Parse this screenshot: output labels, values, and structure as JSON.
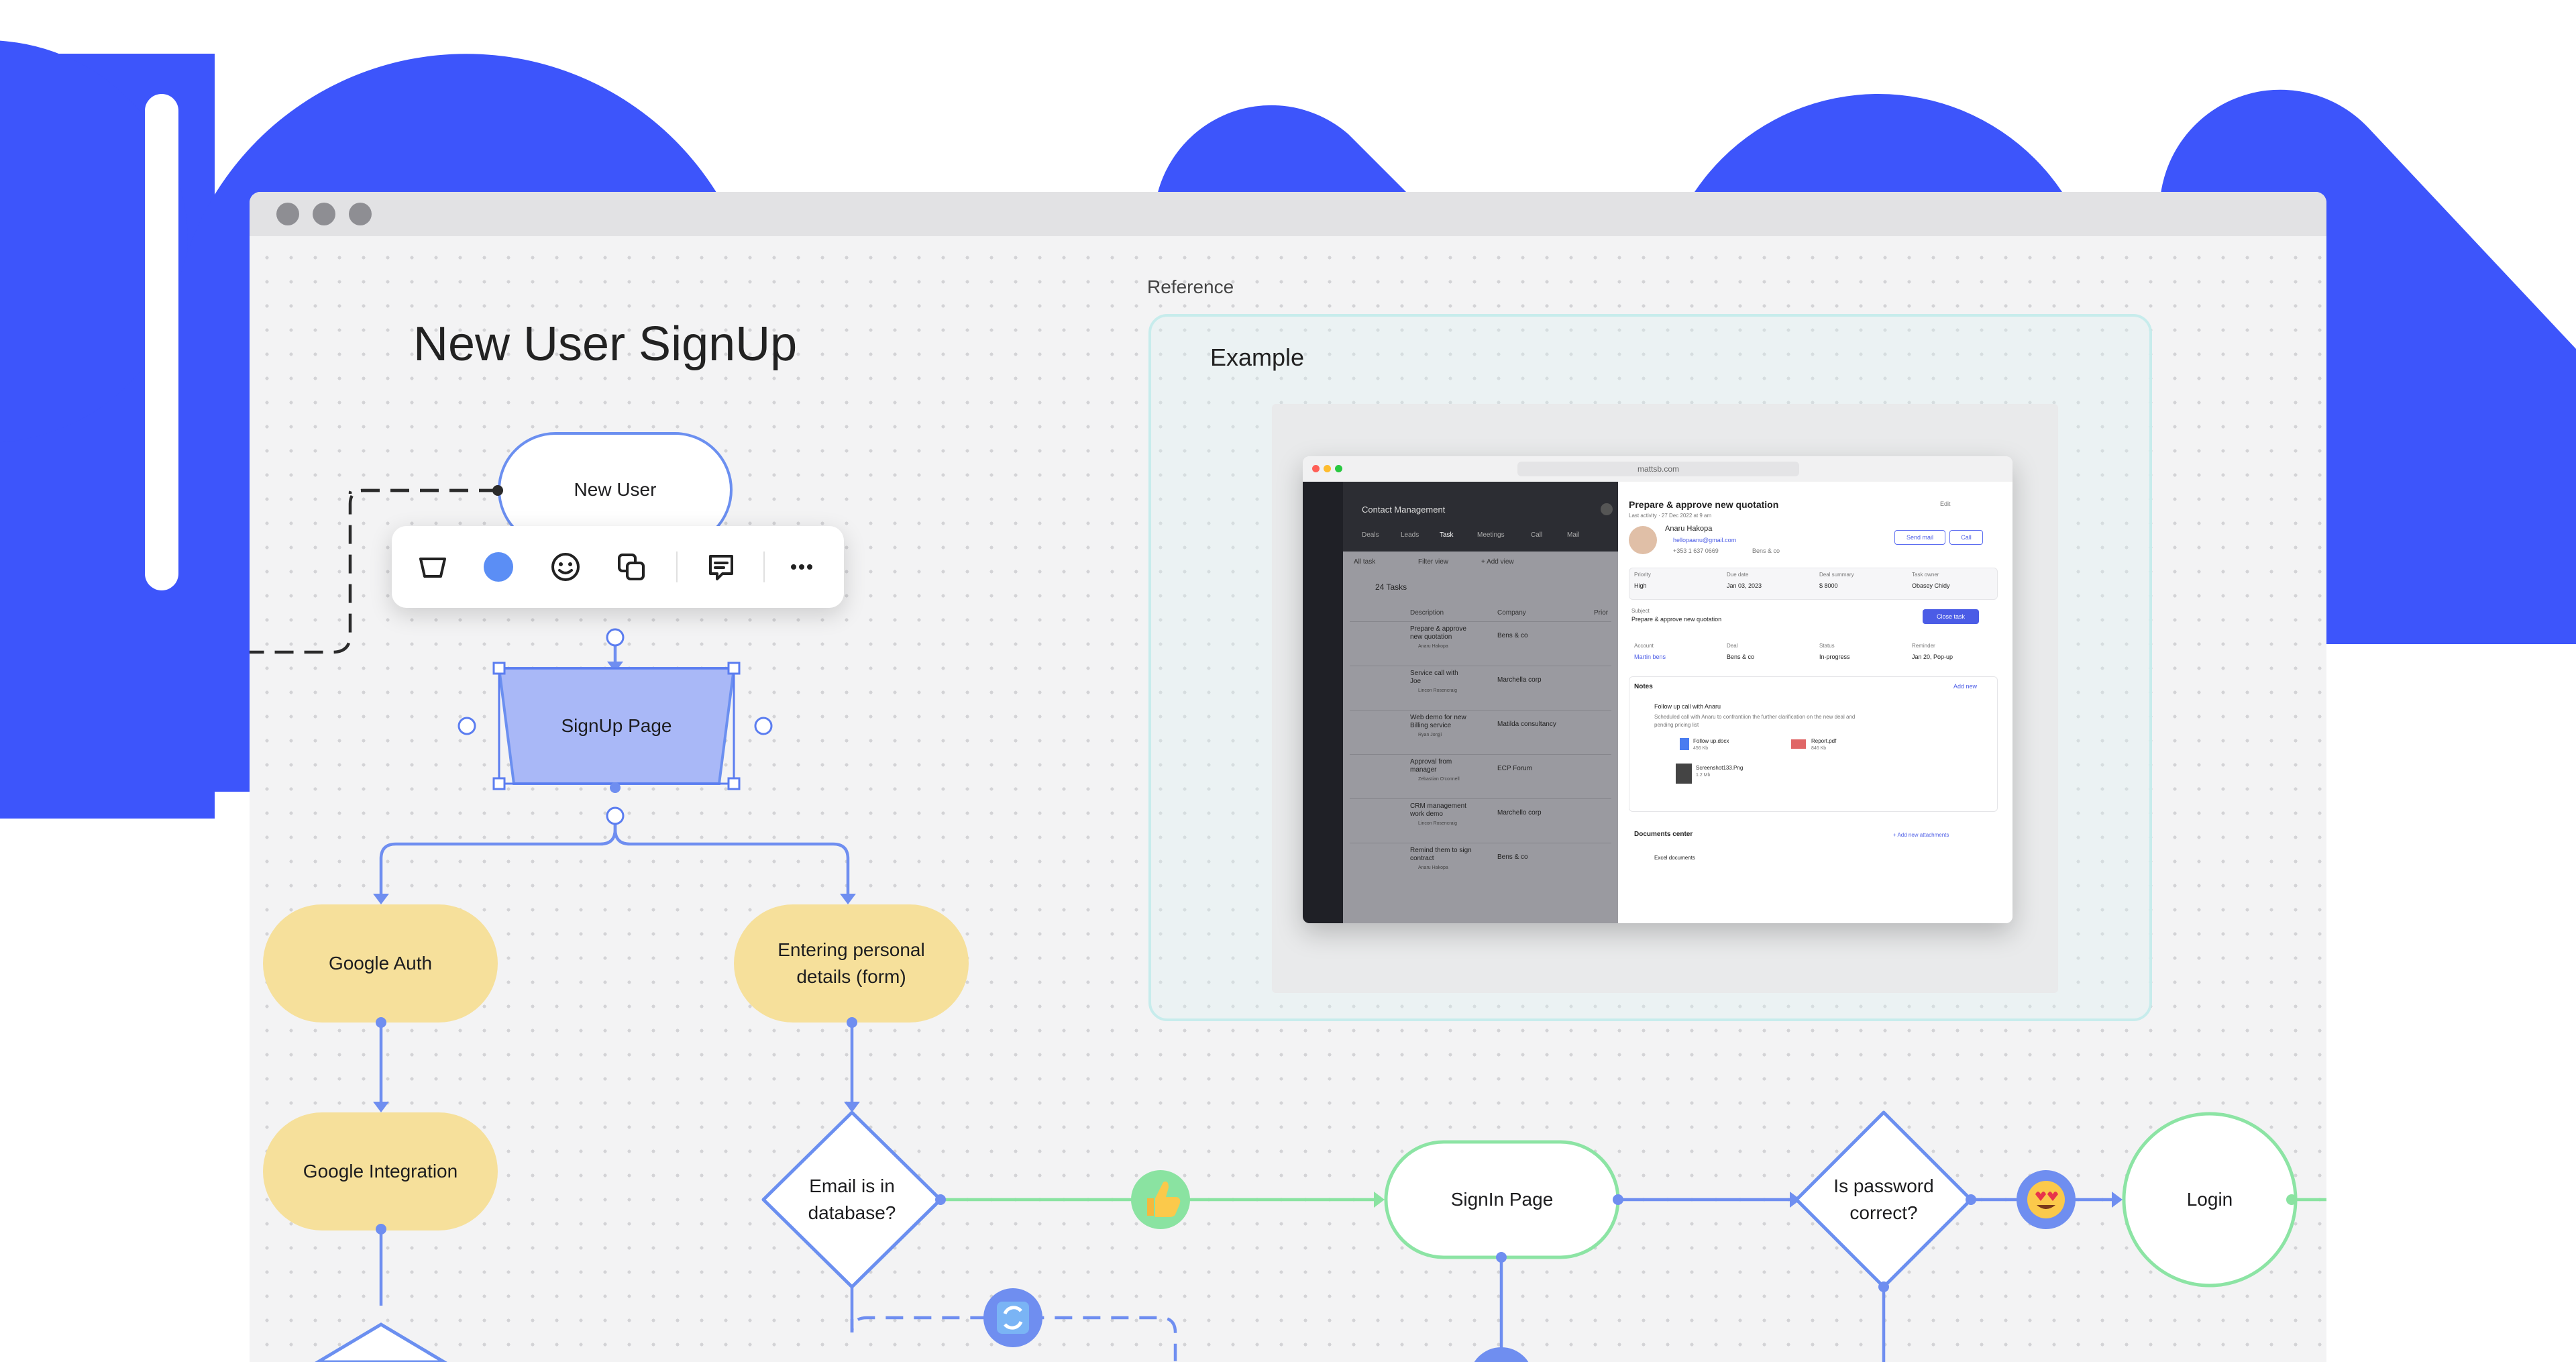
{
  "colors": {
    "brand_blue": "#3d55fb",
    "node_blue_fill": "#a9b8f7",
    "node_blue_stroke": "#6b8ff0",
    "yellow_fill": "#f6e09b",
    "green_stroke": "#8ce4a4",
    "connector_blue": "#6f8ef0",
    "connector_green": "#8ae3a1",
    "dashed": "#2b2b2b",
    "reference_border": "#c7ecec"
  },
  "window": {
    "traffic_lights": [
      "close-dot",
      "minimize-dot",
      "maximize-dot"
    ]
  },
  "diagram": {
    "title": "New User SignUp",
    "nodes": {
      "new_user": "New User",
      "signup_page": "SignUp Page",
      "google_auth": "Google Auth",
      "personal_details_line1": "Entering personal",
      "personal_details_line2": "details (form)",
      "google_integration": "Google Integration",
      "email_check_line1": "Email is in",
      "email_check_line2": "database?",
      "signin_page": "SignIn Page",
      "password_check_line1": "Is password",
      "password_check_line2": "correct?",
      "login": "Login"
    },
    "reactions": [
      "thumbs-up-emoji",
      "heart-eyes-emoji",
      "refresh-emoji"
    ]
  },
  "toolbar": {
    "tools": [
      "shape-icon",
      "color-swatch",
      "emoji-icon",
      "duplicate-icon",
      "comment-icon",
      "more-icon"
    ],
    "selected_color": "#5b8ef5"
  },
  "reference": {
    "label": "Reference",
    "example_title": "Example",
    "mock_app": {
      "url": "mattsb.com",
      "left_title": "Contact Management",
      "tabs": [
        "Deals",
        "Leads",
        "Task",
        "Meetings",
        "Call",
        "Mail"
      ],
      "filters": [
        "All task",
        "Filter view",
        "+ Add view"
      ],
      "task_count": "24 Tasks",
      "columns": [
        "Description",
        "Company",
        "Prior"
      ],
      "rows": [
        {
          "desc1": "Prepare & approve",
          "desc2": "new quotation",
          "owner": "Anaru Hakopa",
          "company": "Bens & co"
        },
        {
          "desc1": "Service call with",
          "desc2": "Joe",
          "owner": "Lincon Rosencraig",
          "company": "Marchella corp"
        },
        {
          "desc1": "Web demo for new",
          "desc2": "Billing service",
          "owner": "Ryan Jorgji",
          "company": "Matilda consultancy"
        },
        {
          "desc1": "Approval from",
          "desc2": "manager",
          "owner": "Zebastian O'connell",
          "company": "ECP Forum"
        },
        {
          "desc1": "CRM management",
          "desc2": "work demo",
          "owner": "Lincon Rosencraig",
          "company": "Marchello corp"
        },
        {
          "desc1": "Remind them to sign",
          "desc2": "contract",
          "owner": "Anaru Hakopa",
          "company": "Bens & co"
        }
      ],
      "detail_title": "Prepare & approve new quotation",
      "last_activity": "Last activity · 27 Dec 2022 at 9 am",
      "contact_name": "Anaru Hakopa",
      "contact_email": "hellopaanu@gmail.com",
      "contact_phone": "+353 1 637 0669",
      "contact_company": "Bens & co",
      "send_mail": "Send mail",
      "call": "Call",
      "edit": "Edit",
      "fields": [
        {
          "label": "Priority",
          "value": "High"
        },
        {
          "label": "Due date",
          "value": "Jan 03, 2023"
        },
        {
          "label": "Deal summary",
          "value": "$ 8000"
        },
        {
          "label": "Task owner",
          "value": "Obasey Chidy"
        }
      ],
      "subject_label": "Subject",
      "subject_value": "Prepare & approve new quotation",
      "close_task": "Close task",
      "fields2": [
        {
          "label": "Account",
          "value": "Martin bens"
        },
        {
          "label": "Deal",
          "value": "Bens & co"
        },
        {
          "label": "Status",
          "value": "In-progress"
        },
        {
          "label": "Reminder",
          "value": "Jan 20, Pop-up"
        }
      ],
      "notes_title": "Notes",
      "add_new": "Add new",
      "note_title": "Follow up call with Anaru",
      "note_body1": "Scheduled call with Anaru to confrantiion the further clarification on the new deal and",
      "note_body2": "pending pricing list",
      "files": [
        {
          "name": "Follow up.docx",
          "size": "456 Kb"
        },
        {
          "name": "Report.pdf",
          "size": "846 Kb"
        },
        {
          "name": "Screenshot133.Png",
          "size": "1.2 Mb"
        }
      ],
      "documents_title": "Documents center",
      "add_attachments": "+ Add new attachments",
      "excel_docs": "Excel documents"
    }
  }
}
